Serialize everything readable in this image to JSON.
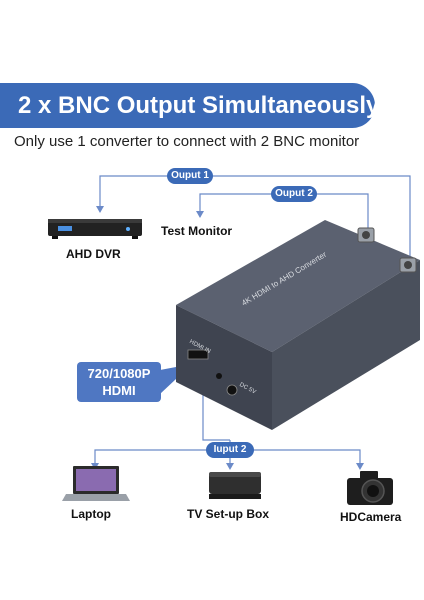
{
  "header": {
    "title": "2 x BNC Output Simultaneously",
    "subtitle": "Only use 1 converter to connect with 2 BNC monitor"
  },
  "pills": {
    "output1": "Ouput 1",
    "output2": "Ouput 2",
    "input2": "Iuput 2"
  },
  "devices": {
    "dvr": "AHD DVR",
    "monitor": "Test Monitor",
    "laptop": "Laptop",
    "tvbox": "TV Set-up Box",
    "camera": "HDCamera"
  },
  "hdmi": {
    "line1": "720/1080P",
    "line2": "HDMI"
  },
  "converter": {
    "top_label": "4K HDMI to AHD Converter",
    "port_hdmi": "HDMI IN",
    "port_dc": "DC 5V"
  },
  "colors": {
    "accent": "#3b6ab7",
    "line": "#6b8ac8",
    "device_body": "#3f4450"
  }
}
